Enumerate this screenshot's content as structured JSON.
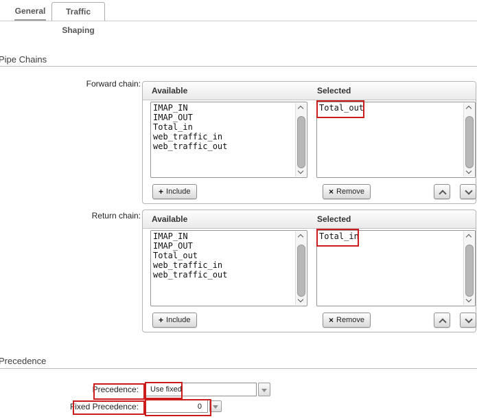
{
  "tabs": {
    "general": "General",
    "traffic_shaping": "Traffic Shaping"
  },
  "pipe_chains": {
    "section_title": "Pipe Chains",
    "forward": {
      "row_label": "Forward chain:",
      "available_header": "Available",
      "selected_header": "Selected",
      "available_items": [
        "IMAP_IN",
        "IMAP_OUT",
        "Total_in",
        "web_traffic_in",
        "web_traffic_out"
      ],
      "selected_items": [
        "Total_out"
      ],
      "include_button": "Include",
      "remove_button": "Remove"
    },
    "return": {
      "row_label": "Return chain:",
      "available_header": "Available",
      "selected_header": "Selected",
      "available_items": [
        "IMAP_IN",
        "IMAP_OUT",
        "Total_out",
        "web_traffic_in",
        "web_traffic_out"
      ],
      "selected_items": [
        "Total_in"
      ],
      "include_button": "Include",
      "remove_button": "Remove"
    }
  },
  "precedence": {
    "section_title": "Precedence",
    "precedence_label": "Precedence:",
    "precedence_value": "Use fixed",
    "fixed_label": "Fixed Precedence:",
    "fixed_value": "0"
  },
  "icons": {
    "include_plus": "+",
    "remove_cross": "×"
  },
  "colors": {
    "annotation_red": "#cc1b1b",
    "groupbox_border": "#b5b5b5",
    "tab_underline": "#9a9a9a"
  },
  "annotations": {
    "highlighted": [
      "Total_out",
      "Total_in",
      "Precedence:",
      "Use fixed",
      "Fixed Precedence:",
      "0"
    ]
  }
}
